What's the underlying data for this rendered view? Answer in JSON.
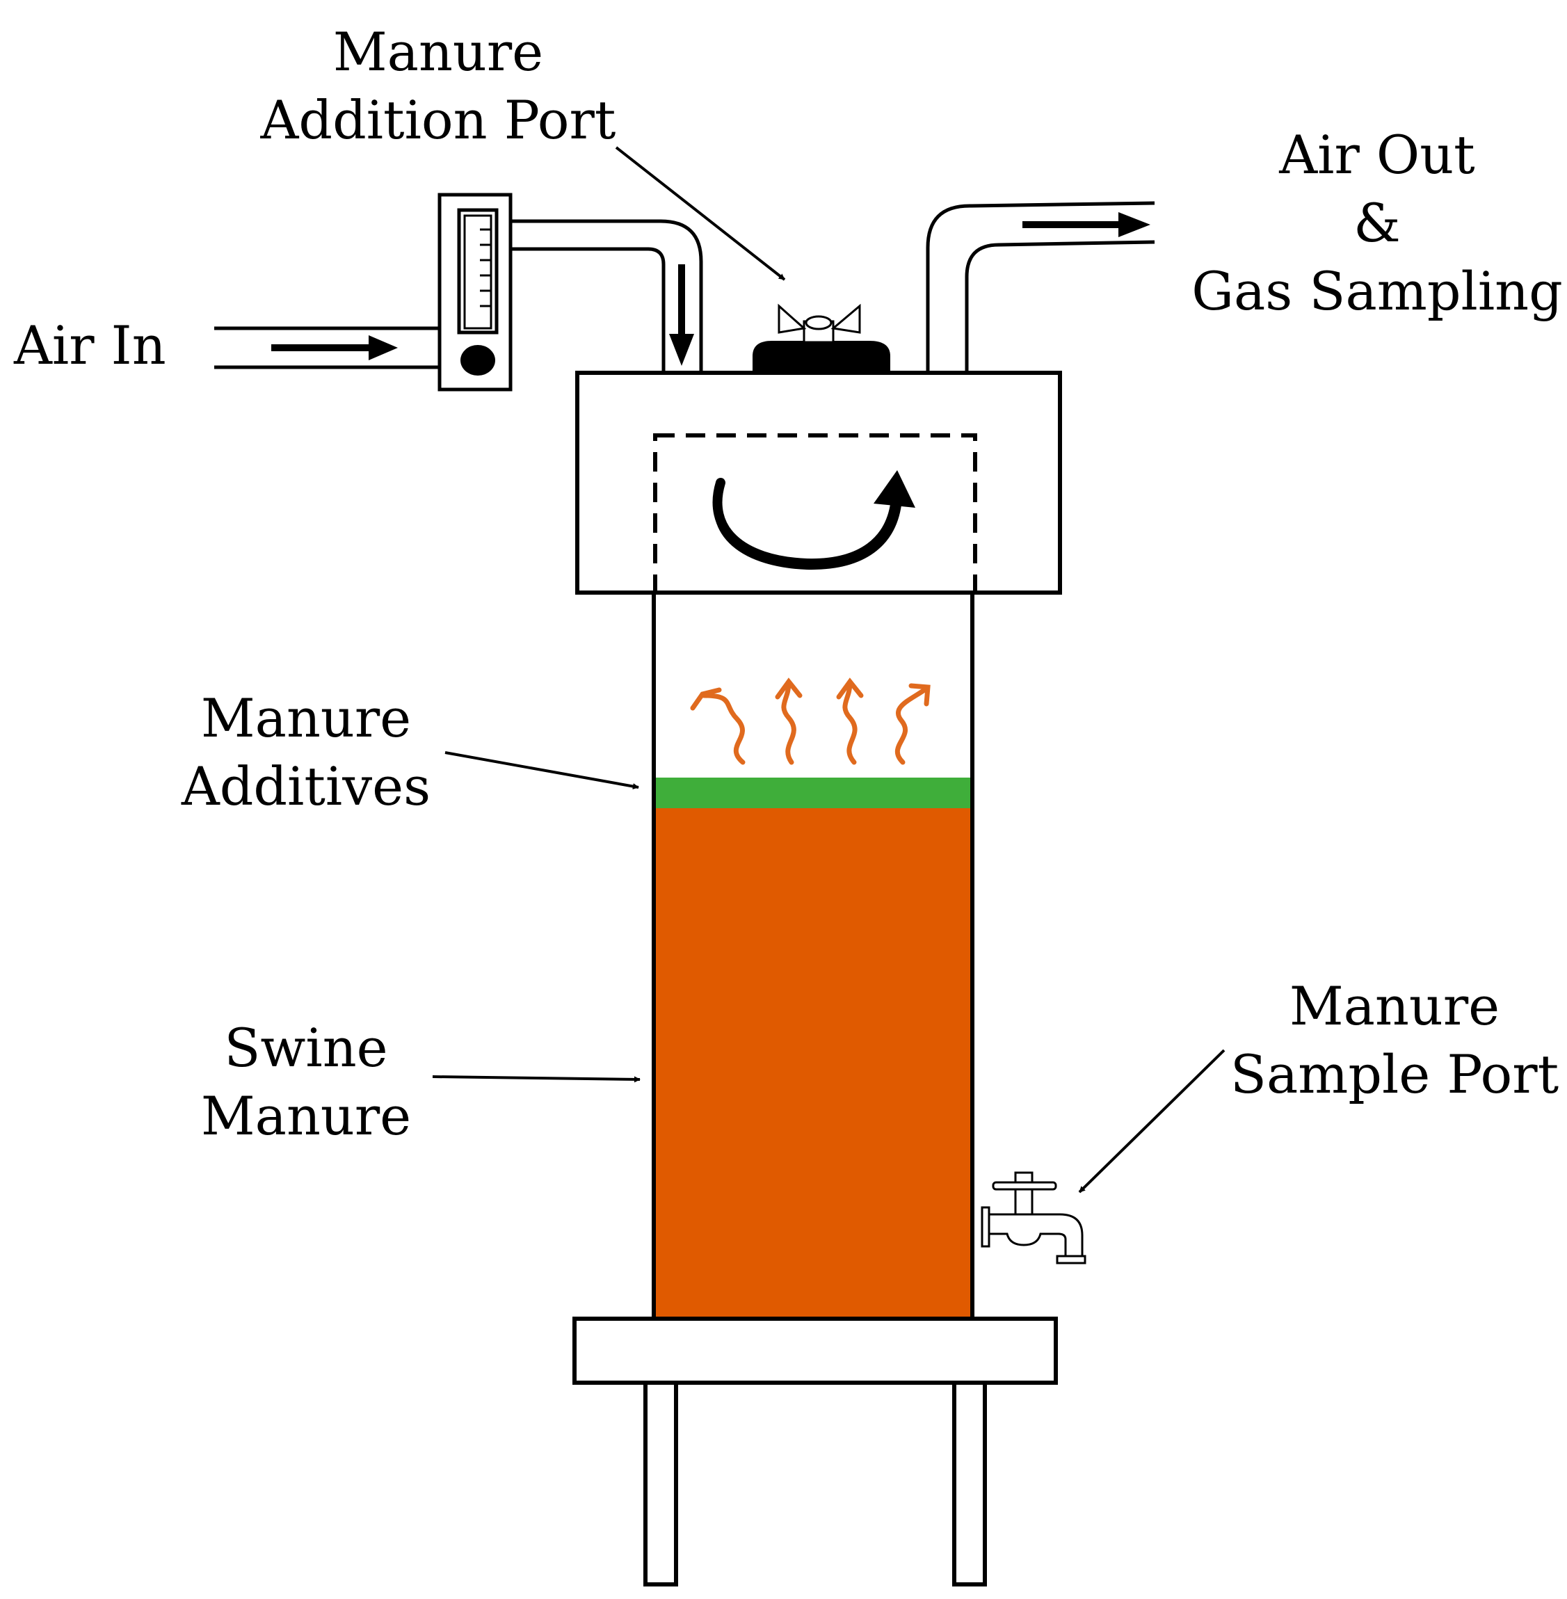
{
  "labels": {
    "manure_addition_port": [
      "Manure",
      "Addition Port"
    ],
    "air_out": [
      "Air Out",
      "&",
      "Gas Sampling"
    ],
    "air_in": "Air In",
    "manure_additives": [
      "Manure",
      "Additives"
    ],
    "swine_manure": [
      "Swine",
      "Manure"
    ],
    "manure_sample_port": [
      "Manure",
      "Sample Port"
    ]
  },
  "colors": {
    "manure": "#e05a00",
    "additive_layer": "#3fae3a",
    "gas_arrows": "#e06a1e",
    "outline": "#000000",
    "background": "#ffffff"
  },
  "icons": {
    "flowmeter": "flowmeter-icon",
    "addition_port_cap": "wing-nut-cap-icon",
    "mixer_rotation": "curved-rotation-arrow-icon",
    "gas_emission": "wavy-up-arrow-icon",
    "sample_port": "faucet-icon"
  }
}
